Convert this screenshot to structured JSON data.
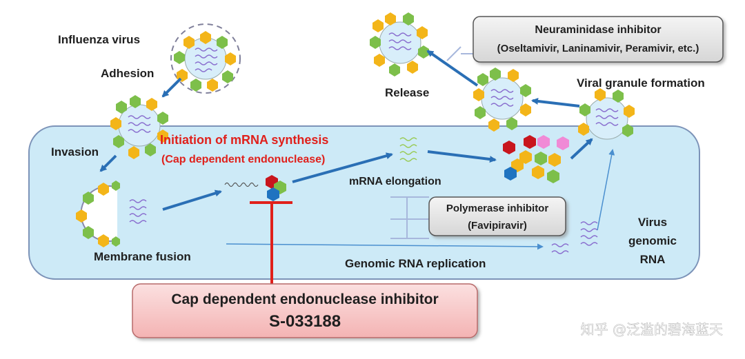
{
  "labels": {
    "influenza_virus": "Influenza virus",
    "adhesion": "Adhesion",
    "invasion": "Invasion",
    "membrane_fusion": "Membrane fusion",
    "initiation_title": "Initiation of mRNA synthesis",
    "initiation_sub": "(Cap dependent endonuclease)",
    "mrna_elongation": "mRNA  elongation",
    "genomic_replication": "Genomic RNA  replication",
    "virus_genomic_rna": [
      "Virus",
      "genomic",
      "RNA"
    ],
    "release": "Release",
    "viral_granule": "Viral granule formation"
  },
  "boxes": {
    "neuraminidase": {
      "title": "Neuraminidase inhibitor",
      "examples": "(Oseltamivir, Laninamivir, Peramivir, etc.)"
    },
    "polymerase": {
      "title": "Polymerase inhibitor",
      "examples": "(Favipiravir)"
    },
    "cap_inhibitor": {
      "title": "Cap dependent endonuclease inhibitor",
      "compound": "S-033188"
    }
  },
  "watermark": "知乎 @泛滥的碧海蓝天",
  "colors": {
    "cell_fill": "#cdeaf7",
    "cell_stroke": "#7c93b8",
    "arrow_blue": "#2a6fb5",
    "inhibit_red": "#e0201b",
    "hex_green": "#7dbf4a",
    "hex_yellow": "#f3b519",
    "hex_red": "#c8161d",
    "hex_blue": "#1f73c0",
    "hex_pink": "#f08ad6",
    "rna_purple": "#8a6fcf",
    "rna_green": "#9acb58"
  },
  "icons": [
    "virus-particle-icon",
    "rna-strand-icon",
    "protein-hexagon-icon",
    "inhibitor-bar-icon"
  ]
}
